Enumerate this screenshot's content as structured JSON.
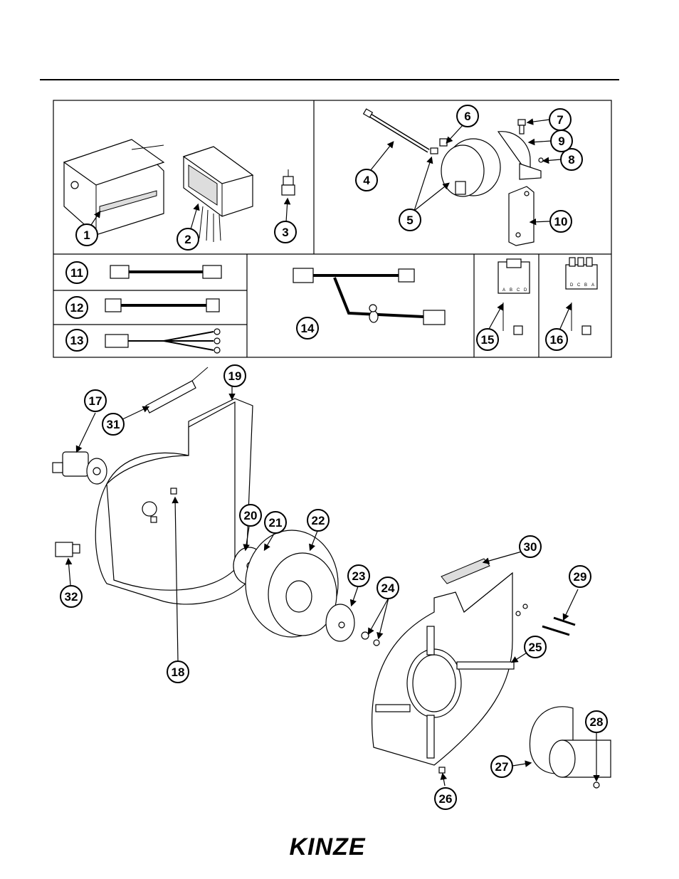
{
  "logo": {
    "text": "KINZE"
  },
  "callouts": [
    "1",
    "2",
    "3",
    "4",
    "5",
    "6",
    "7",
    "8",
    "9",
    "10",
    "11",
    "12",
    "13",
    "14",
    "15",
    "16",
    "17",
    "18",
    "19",
    "20",
    "21",
    "22",
    "23",
    "24",
    "25",
    "26",
    "27",
    "28",
    "29",
    "30",
    "31",
    "32"
  ],
  "connector_15_pins": [
    "A",
    "B",
    "C",
    "D"
  ],
  "connector_16_pins": [
    "D",
    "C",
    "B",
    "A"
  ]
}
